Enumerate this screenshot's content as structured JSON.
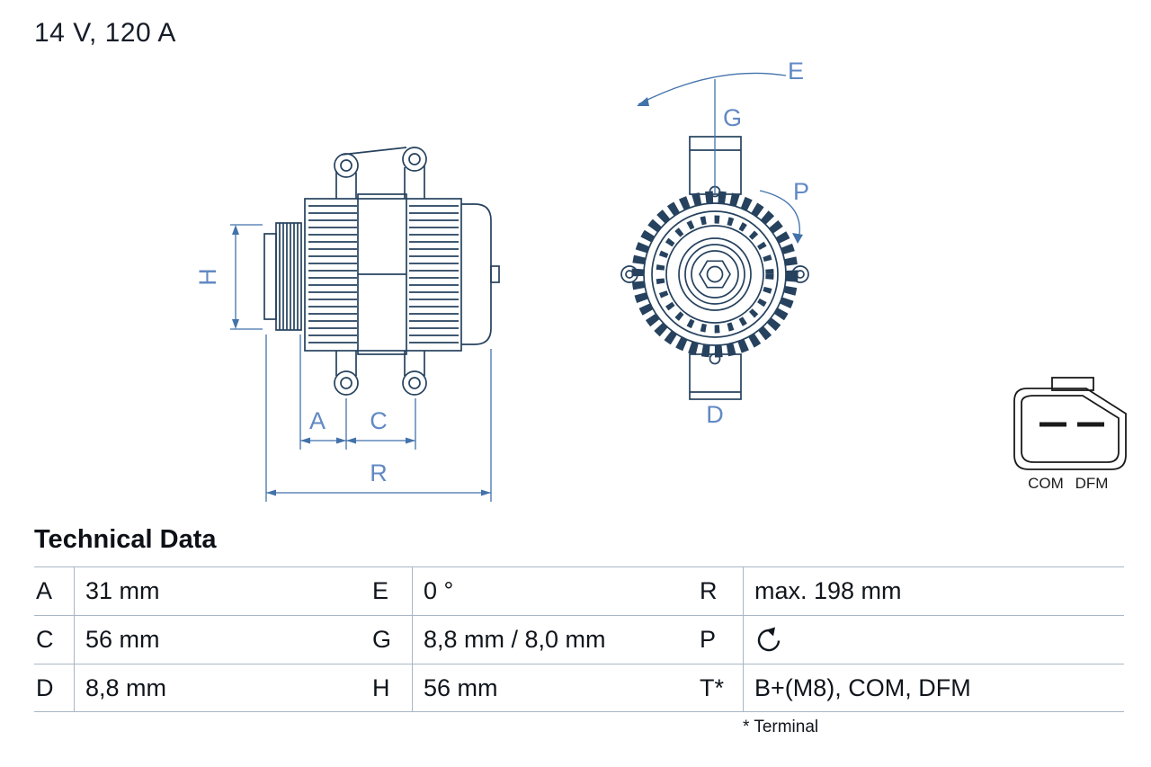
{
  "header": {
    "title": "14 V, 120 A"
  },
  "drawing": {
    "dimension_labels": {
      "h": "H",
      "a": "A",
      "c": "C",
      "r": "R",
      "e": "E",
      "g": "G",
      "p": "P",
      "d": "D"
    },
    "connector": {
      "pin_left": "COM",
      "pin_right": "DFM"
    }
  },
  "technical_data": {
    "title": "Technical Data",
    "rows": [
      [
        {
          "key": "A",
          "value": "31 mm"
        },
        {
          "key": "E",
          "value": "0 °"
        },
        {
          "key": "R",
          "value": "max. 198 mm"
        }
      ],
      [
        {
          "key": "C",
          "value": "56 mm"
        },
        {
          "key": "G",
          "value": "8,8 mm / 8,0 mm"
        },
        {
          "key": "P",
          "value": "",
          "icon": "rotation-direction-icon"
        }
      ],
      [
        {
          "key": "D",
          "value": "8,8 mm"
        },
        {
          "key": "H",
          "value": "56 mm"
        },
        {
          "key": "T*",
          "value": "B+(M8), COM, DFM"
        }
      ]
    ],
    "footnote": "* Terminal"
  }
}
